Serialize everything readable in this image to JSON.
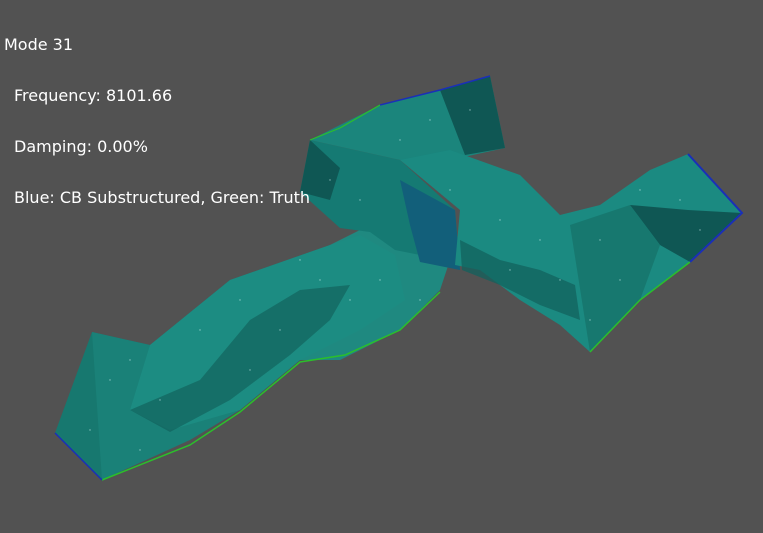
{
  "overlay": {
    "mode": "Mode 31",
    "frequency": "Frequency: 8101.66",
    "damping": "Damping: 0.00%",
    "legend": "Blue: CB Substructured, Green: Truth"
  },
  "colors": {
    "background": "#525252",
    "truth_edge": "#2bbf2b",
    "cb_edge": "#1a2fb8",
    "surface_light": "#1f8a82",
    "surface_mid": "#156e68",
    "surface_dark": "#0e4f4c"
  }
}
